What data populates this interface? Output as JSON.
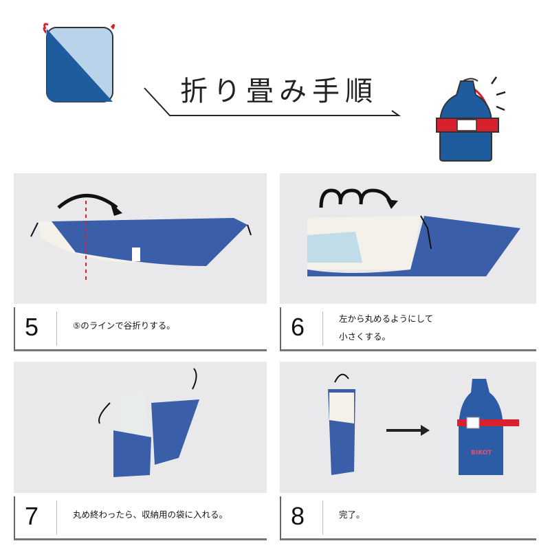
{
  "header": {
    "title": "折り畳み手順"
  },
  "colors": {
    "blue": "#2f5da8",
    "dark_blue": "#1e5c9e",
    "light_blue": "#b8d3ea",
    "red": "#d8202f",
    "panel_bg": "#e9e9eb"
  },
  "steps": [
    {
      "number": "5",
      "text": "⑤のラインで谷折りする。"
    },
    {
      "number": "6",
      "text_lines": [
        "左から丸めるようにして",
        "小さくする。"
      ]
    },
    {
      "number": "7",
      "text": "丸め終わったら、収納用の袋に入れる。"
    },
    {
      "number": "8",
      "text": "完了。"
    }
  ],
  "logo": "BIKOT"
}
